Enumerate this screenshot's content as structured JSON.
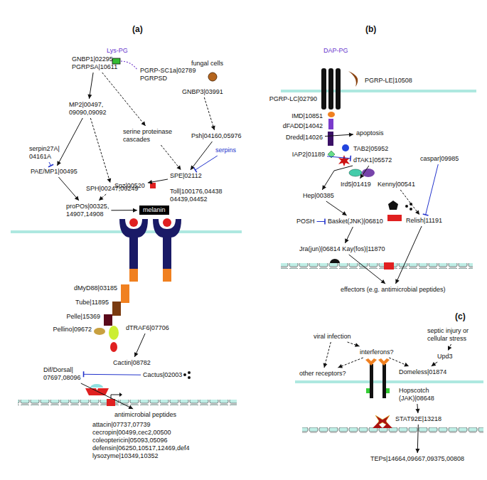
{
  "diagram": {
    "nodes": [
      {
        "text": [
          "GNBP1|02295",
          "PGRPSA|10611"
        ]
      },
      {
        "text": [
          "PGRP-SC1a|02789",
          "PGRPSD"
        ]
      },
      {
        "text": [
          "fungal cells"
        ]
      },
      {
        "text": [
          "GNBP3|03991"
        ]
      },
      {
        "text": [
          "MP2|00497, 09090,09092"
        ]
      },
      {
        "text": [
          "serpin27A| 04161A"
        ]
      },
      {
        "text": [
          "serine proteinase cascades"
        ]
      },
      {
        "text": [
          "Psh|04160,05976"
        ]
      },
      {
        "text": [
          "serpins"
        ]
      },
      {
        "text": [
          "PAE/MP1|00495"
        ]
      },
      {
        "text": [
          "SPH|00247,00249"
        ]
      },
      {
        "text": [
          "SPE|02112"
        ]
      },
      {
        "text": [
          "proPOs|00325, 14907,14908"
        ]
      },
      {
        "text": [
          "melanin"
        ]
      },
      {
        "text": [
          "Spz|00520"
        ]
      },
      {
        "text": [
          "Toll|100176,04438 04439,04452"
        ]
      },
      {
        "text": [
          "dMyD88|03185"
        ]
      },
      {
        "text": [
          "Tube|11895"
        ]
      },
      {
        "text": [
          "Pelle|15369"
        ]
      },
      {
        "text": [
          "Pellino|09672"
        ]
      },
      {
        "text": [
          "dTRAF6|07706"
        ]
      },
      {
        "text": [
          "Cactin|08782"
        ]
      },
      {
        "text": [
          "Cactus|02003"
        ]
      },
      {
        "text": [
          "Dif/Dorsal| 07697,08096"
        ]
      },
      {
        "text": [
          "antimicrobial peptides"
        ]
      },
      {
        "text": [
          "PGRP-LC|02790"
        ]
      },
      {
        "text": [
          "PGRP-LE|10508"
        ]
      },
      {
        "text": [
          "IMD|10851"
        ]
      },
      {
        "text": [
          "dFADD|14042"
        ]
      },
      {
        "text": [
          "Dredd|14026"
        ]
      },
      {
        "text": [
          "apoptosis"
        ]
      },
      {
        "text": [
          "IAP2|01189"
        ]
      },
      {
        "text": [
          "TAB2|05952"
        ]
      },
      {
        "text": [
          "dTAK1|05572"
        ]
      },
      {
        "text": [
          "caspar|09985"
        ]
      },
      {
        "text": [
          "Hep|00385"
        ]
      },
      {
        "text": [
          "Ird5|01419"
        ]
      },
      {
        "text": [
          "Kenny|00541"
        ]
      },
      {
        "text": [
          "POSH"
        ]
      },
      {
        "text": [
          "Basket(JNK)|06810"
        ]
      },
      {
        "text": [
          "Relish|11191"
        ]
      },
      {
        "text": [
          "Jra(jun)|06814 Kay(fos)|11870"
        ]
      },
      {
        "text": [
          "effectors (e.g. antimicrobial peptides)"
        ]
      },
      {
        "text": [
          "viral infection"
        ]
      },
      {
        "text": [
          "interferons?"
        ]
      },
      {
        "text": [
          "septic injury or cellular stress"
        ]
      },
      {
        "text": [
          "Upd3"
        ]
      },
      {
        "text": [
          "other receptors?"
        ]
      },
      {
        "text": [
          "Domeless|01874"
        ]
      },
      {
        "text": [
          "Hopscotch (JAK)|08648"
        ]
      },
      {
        "text": [
          "STAT92E|13218"
        ]
      },
      {
        "text": [
          "TEPs|14664,09667,09375,00808"
        ]
      }
    ],
    "edges": [
      {
        "from": 0,
        "to": 4,
        "arrow": "to"
      },
      {
        "from": 0,
        "to": 6,
        "arrow": "to"
      },
      {
        "from": 4,
        "to": 9,
        "arrow": "to"
      },
      {
        "from": 5,
        "to": 9,
        "arrow": "to"
      },
      {
        "from": 4,
        "to": 10,
        "arrow": "to"
      },
      {
        "from": 9,
        "to": 12,
        "arrow": "to"
      },
      {
        "from": 10,
        "to": 12,
        "arrow": "to"
      },
      {
        "from": 12,
        "to": 13,
        "arrow": "to"
      },
      {
        "from": 6,
        "to": 11,
        "arrow": "to"
      },
      {
        "from": 3,
        "to": 7,
        "arrow": "to"
      },
      {
        "from": 7,
        "to": 11,
        "arrow": "to"
      },
      {
        "from": 8,
        "to": 11,
        "arrow": "to"
      },
      {
        "from": 11,
        "to": 14,
        "arrow": "to"
      },
      {
        "from": 20,
        "to": 21,
        "arrow": "to"
      },
      {
        "from": 22,
        "to": 23,
        "arrow": "to"
      },
      {
        "from": 23,
        "to": 24,
        "arrow": "to"
      },
      {
        "from": 29,
        "to": 30,
        "arrow": "to"
      },
      {
        "from": 31,
        "to": 33,
        "arrow": "to"
      },
      {
        "from": 33,
        "to": 35,
        "arrow": "to"
      },
      {
        "from": 33,
        "to": 36,
        "arrow": "to"
      },
      {
        "from": 37,
        "to": 40,
        "arrow": "to"
      },
      {
        "from": 34,
        "to": 40,
        "arrow": "to"
      },
      {
        "from": 35,
        "to": 39,
        "arrow": "to"
      },
      {
        "from": 38,
        "to": 39,
        "arrow": "to"
      },
      {
        "from": 39,
        "to": 41,
        "arrow": "to"
      },
      {
        "from": 40,
        "to": 42,
        "arrow": "to"
      },
      {
        "from": 41,
        "to": 42,
        "arrow": "to"
      },
      {
        "from": 43,
        "to": 47,
        "arrow": "to"
      },
      {
        "from": 43,
        "to": 44,
        "arrow": "to"
      },
      {
        "from": 44,
        "to": 47,
        "arrow": "to"
      },
      {
        "from": 44,
        "to": 48,
        "arrow": "to"
      },
      {
        "from": 45,
        "to": 46,
        "arrow": "to"
      },
      {
        "from": 46,
        "to": 48,
        "arrow": "to"
      },
      {
        "from": 49,
        "to": 50,
        "arrow": "to"
      },
      {
        "from": 50,
        "to": 51,
        "arrow": "to"
      }
    ],
    "labels": [
      "(a)",
      "Lys-PG",
      "attacin|07737,07739",
      "cecropin|00499,cec2,00500",
      "coleoptericin|05093,05096",
      "defensin|06250,10517,12469,def4",
      "lysozyme|10349,10352",
      "(b)",
      "DAP-PG",
      "(c)"
    ]
  }
}
